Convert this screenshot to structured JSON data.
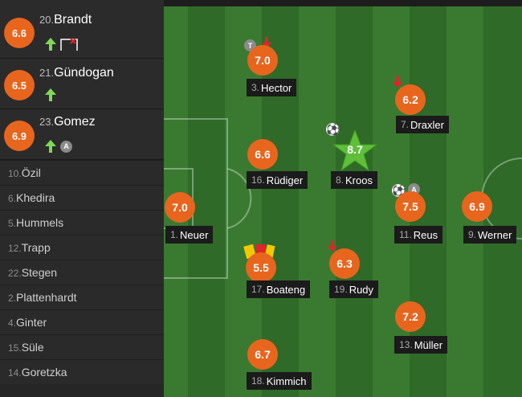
{
  "substitutes": [
    {
      "number": "20.",
      "name": "Brandt",
      "rating": "6.6",
      "icons": [
        "sub-in-icon",
        "goal-post-icon"
      ]
    },
    {
      "number": "21.",
      "name": "Gündogan",
      "rating": "6.5",
      "icons": [
        "sub-in-icon"
      ]
    },
    {
      "number": "23.",
      "name": "Gomez",
      "rating": "6.9",
      "icons": [
        "sub-in-icon",
        "assist-badge"
      ]
    }
  ],
  "bench": [
    {
      "number": "10.",
      "name": "Özil"
    },
    {
      "number": "6.",
      "name": "Khedira"
    },
    {
      "number": "5.",
      "name": "Hummels"
    },
    {
      "number": "12.",
      "name": "Trapp"
    },
    {
      "number": "22.",
      "name": "Stegen"
    },
    {
      "number": "2.",
      "name": "Plattenhardt"
    },
    {
      "number": "4.",
      "name": "Ginter"
    },
    {
      "number": "15.",
      "name": "Süle"
    },
    {
      "number": "14.",
      "name": "Goretzka"
    }
  ],
  "players": {
    "hector": {
      "number": "3.",
      "name": "Hector",
      "rating": "7.0",
      "badge": "T"
    },
    "draxler": {
      "number": "7.",
      "name": "Draxler",
      "rating": "6.2"
    },
    "rudiger": {
      "number": "16.",
      "name": "Rüdiger",
      "rating": "6.6"
    },
    "kroos": {
      "number": "8.",
      "name": "Kroos",
      "rating": "8.7"
    },
    "neuer": {
      "number": "1.",
      "name": "Neuer",
      "rating": "7.0"
    },
    "reus": {
      "number": "11.",
      "name": "Reus",
      "rating": "7.5",
      "badge": "A"
    },
    "werner": {
      "number": "9.",
      "name": "Werner",
      "rating": "6.9"
    },
    "boateng": {
      "number": "17.",
      "name": "Boateng",
      "rating": "5.5"
    },
    "rudy": {
      "number": "19.",
      "name": "Rudy",
      "rating": "6.3"
    },
    "muller": {
      "number": "13.",
      "name": "Müller",
      "rating": "7.2"
    },
    "kimmich": {
      "number": "18.",
      "name": "Kimmich",
      "rating": "6.7"
    }
  },
  "colors": {
    "rating_bg": "#e8651e",
    "star": "#5fbf3a",
    "sub_in": "#7ed957",
    "sub_out": "#e0242a",
    "yellow": "#f3c800",
    "pitch_dark": "#2f6a28",
    "pitch_light": "#3a7a30"
  },
  "assist_letter": "A"
}
